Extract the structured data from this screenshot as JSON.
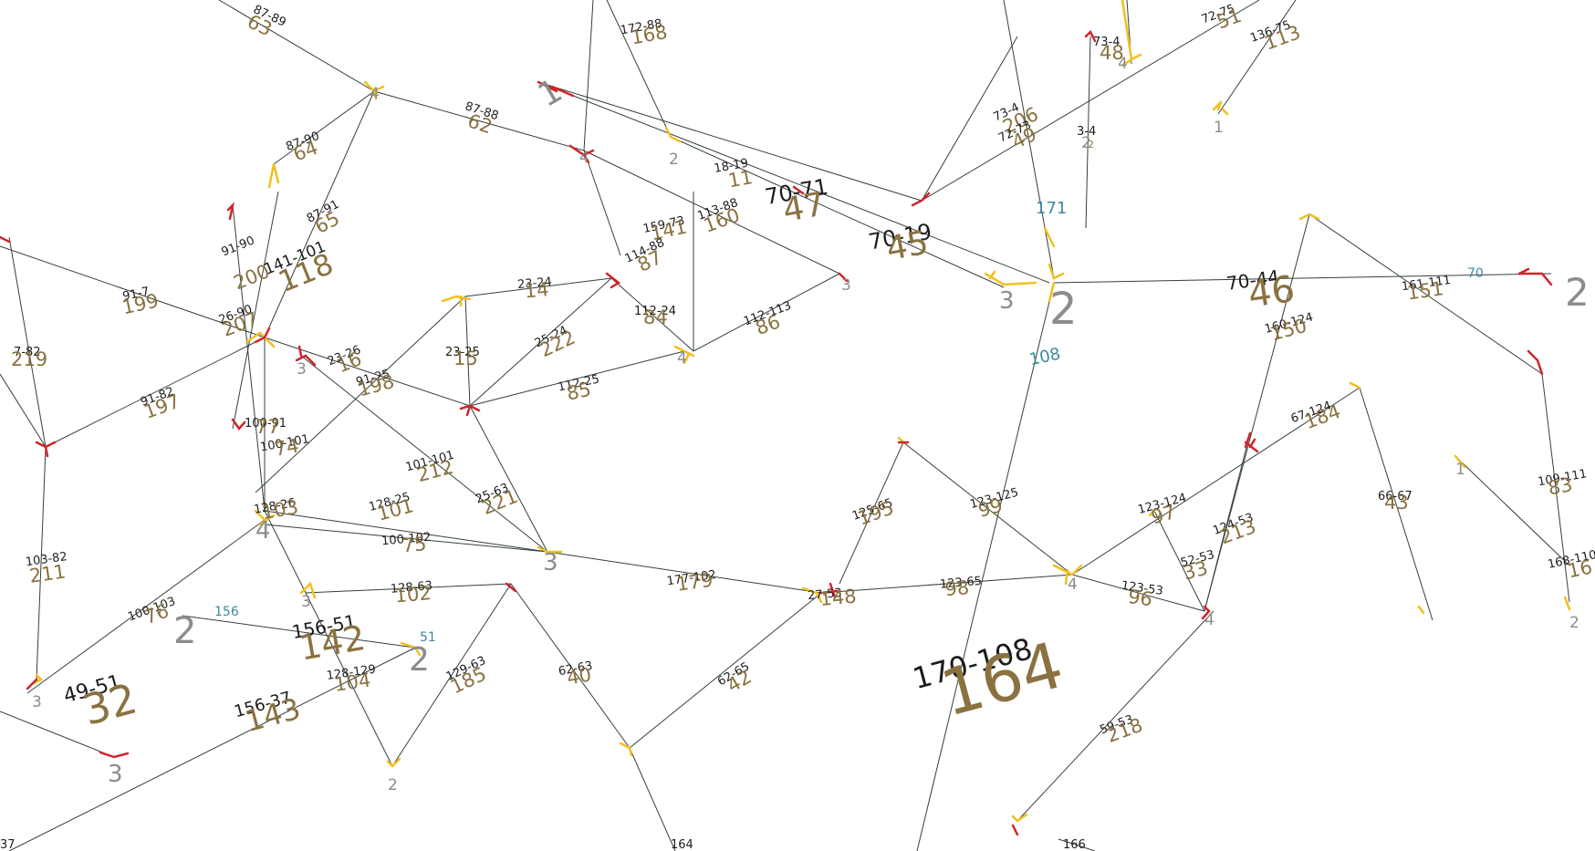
{
  "edges": [
    {
      "id": "e63",
      "pair": "87-89",
      "num": "63"
    },
    {
      "id": "e168",
      "pair": "172-88",
      "num": "168"
    },
    {
      "id": "e51",
      "pair": "72-75",
      "num": "51"
    },
    {
      "id": "e113",
      "pair": "136-75",
      "num": "113"
    },
    {
      "id": "e48",
      "pair": "73-4",
      "num": "48"
    },
    {
      "id": "e62",
      "pair": "87-88",
      "num": "62"
    },
    {
      "id": "e64",
      "pair": "87-90",
      "num": "64"
    },
    {
      "id": "e206",
      "pair": "73-4",
      "num": "206"
    },
    {
      "id": "e49",
      "pair": "72-73",
      "num": "49"
    },
    {
      "id": "e2a",
      "pair": "3-4",
      "num": "2"
    },
    {
      "id": "e11",
      "pair": "18-19",
      "num": "11"
    },
    {
      "id": "e47",
      "pair": "70-71",
      "num": "47"
    },
    {
      "id": "e65",
      "pair": "87-91",
      "num": "65"
    },
    {
      "id": "e160",
      "pair": "113-88",
      "num": "160"
    },
    {
      "id": "e141",
      "pair": "159-73",
      "num": "141"
    },
    {
      "id": "e45",
      "pair": "70-19",
      "num": "45"
    },
    {
      "id": "e200",
      "pair": "91-90",
      "num": "200"
    },
    {
      "id": "e118",
      "pair": "141-101",
      "num": "118"
    },
    {
      "id": "e87",
      "pair": "114-88",
      "num": "87"
    },
    {
      "id": "e46",
      "pair": "70-44",
      "num": "46"
    },
    {
      "id": "e199",
      "pair": "91-7",
      "num": "199"
    },
    {
      "id": "e14",
      "pair": "23-24",
      "num": "14"
    },
    {
      "id": "e151",
      "pair": "161-111",
      "num": "151"
    },
    {
      "id": "e84",
      "pair": "112-24",
      "num": "84"
    },
    {
      "id": "e86",
      "pair": "112-113",
      "num": "86"
    },
    {
      "id": "e207",
      "pair": "26-90",
      "num": "207"
    },
    {
      "id": "e222",
      "pair": "25-24",
      "num": "222"
    },
    {
      "id": "e150",
      "pair": "160-124",
      "num": "150"
    },
    {
      "id": "e219",
      "pair": "7-82",
      "num": "219"
    },
    {
      "id": "e16",
      "pair": "23-26",
      "num": "16"
    },
    {
      "id": "e15",
      "pair": "23-25",
      "num": "15"
    },
    {
      "id": "e198",
      "pair": "91-25",
      "num": "198"
    },
    {
      "id": "e85",
      "pair": "112-25",
      "num": "85"
    },
    {
      "id": "e197",
      "pair": "91-82",
      "num": "197"
    },
    {
      "id": "e184",
      "pair": "67-124",
      "num": "184"
    },
    {
      "id": "e77",
      "pair": "100-91",
      "num": "77"
    },
    {
      "id": "e74",
      "pair": "100-101",
      "num": "74"
    },
    {
      "id": "e212",
      "pair": "101-101",
      "num": "212"
    },
    {
      "id": "e83",
      "pair": "109-111",
      "num": "83"
    },
    {
      "id": "e221",
      "pair": "25-63",
      "num": "221"
    },
    {
      "id": "e43",
      "pair": "66-67",
      "num": "43"
    },
    {
      "id": "e103",
      "pair": "128-26",
      "num": "103"
    },
    {
      "id": "e101",
      "pair": "128-25",
      "num": "101"
    },
    {
      "id": "e195",
      "pair": "125-65",
      "num": "195"
    },
    {
      "id": "e99",
      "pair": "123-125",
      "num": "99"
    },
    {
      "id": "e97",
      "pair": "123-124",
      "num": "97"
    },
    {
      "id": "e213",
      "pair": "124-53",
      "num": "213"
    },
    {
      "id": "e211",
      "pair": "103-82",
      "num": "211"
    },
    {
      "id": "e75",
      "pair": "100-102",
      "num": "75"
    },
    {
      "id": "e16b",
      "pair": "168-110",
      "num": "16"
    },
    {
      "id": "e33",
      "pair": "52-53",
      "num": "33"
    },
    {
      "id": "e179",
      "pair": "177-102",
      "num": "179"
    },
    {
      "id": "e102",
      "pair": "128-63",
      "num": "102"
    },
    {
      "id": "e148",
      "pair": "27-53",
      "num": "148"
    },
    {
      "id": "e98",
      "pair": "123-65",
      "num": "98"
    },
    {
      "id": "e96",
      "pair": "123-53",
      "num": "96"
    },
    {
      "id": "e76",
      "pair": "100-103",
      "num": "76"
    },
    {
      "id": "e142",
      "pair": "156-51",
      "num": "142"
    },
    {
      "id": "e164",
      "pair": "170-108",
      "num": "164"
    },
    {
      "id": "e32",
      "pair": "49-51",
      "num": "32"
    },
    {
      "id": "e104",
      "pair": "128-129",
      "num": "104"
    },
    {
      "id": "e185",
      "pair": "129-63",
      "num": "185"
    },
    {
      "id": "e40",
      "pair": "62-63",
      "num": "40"
    },
    {
      "id": "e42",
      "pair": "62-65",
      "num": "42"
    },
    {
      "id": "e143",
      "pair": "156-37",
      "num": "143"
    },
    {
      "id": "e218",
      "pair": "59-53",
      "num": "218"
    }
  ],
  "nodes": [
    {
      "id": "n1a",
      "label": "1"
    },
    {
      "id": "n2a",
      "label": "2"
    },
    {
      "id": "n3a",
      "label": "3"
    },
    {
      "id": "n2b",
      "label": "2"
    },
    {
      "id": "n2c",
      "label": "2"
    },
    {
      "id": "n4a",
      "label": "4"
    },
    {
      "id": "n4b",
      "label": "4"
    },
    {
      "id": "n4c",
      "label": "4"
    },
    {
      "id": "n3b",
      "label": "3"
    },
    {
      "id": "n4d",
      "label": "4"
    },
    {
      "id": "n3c",
      "label": "3"
    },
    {
      "id": "n4e",
      "label": "4"
    },
    {
      "id": "n2d",
      "label": "2"
    },
    {
      "id": "n2e",
      "label": "2"
    },
    {
      "id": "n3d",
      "label": "3"
    },
    {
      "id": "n2f",
      "label": "2"
    },
    {
      "id": "n3e",
      "label": "3"
    },
    {
      "id": "n4f",
      "label": "4"
    },
    {
      "id": "n4g",
      "label": "4"
    },
    {
      "id": "n3f",
      "label": "3"
    },
    {
      "id": "n2g",
      "label": "2"
    },
    {
      "id": "n3g",
      "label": "3"
    },
    {
      "id": "n1b",
      "label": "1"
    },
    {
      "id": "n1c",
      "label": "1"
    },
    {
      "id": "n2h",
      "label": "2"
    }
  ],
  "teal_labels": [
    {
      "id": "t171",
      "text": "171"
    },
    {
      "id": "t108",
      "text": "108"
    },
    {
      "id": "t70",
      "text": "70"
    },
    {
      "id": "t156",
      "text": "156"
    },
    {
      "id": "t51",
      "text": "51"
    }
  ],
  "small_labels": [
    {
      "id": "s164",
      "text": "164"
    },
    {
      "id": "s166",
      "text": "166"
    },
    {
      "id": "s37",
      "text": "37"
    }
  ],
  "colors": {
    "edge": "#33403c",
    "junction_red": "#d0242b",
    "junction_yellow": "#f2bf1d",
    "pair_text": "#1c1c1c",
    "id_text": "#8a7240",
    "node_text": "#8c8c8c",
    "teal_text": "#3b8aa0"
  }
}
